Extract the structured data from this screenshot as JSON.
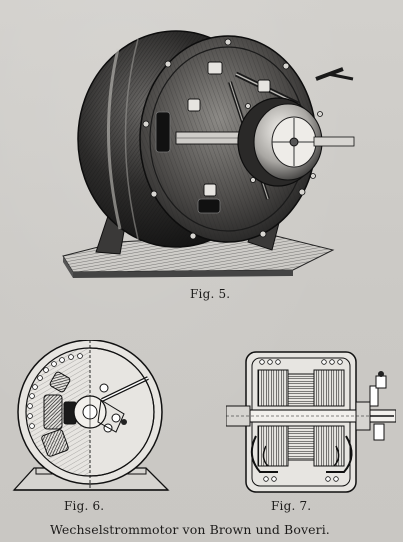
{
  "figures": [
    {
      "id": "fig5",
      "caption": "Fig. 5."
    },
    {
      "id": "fig6",
      "caption": "Fig. 6."
    },
    {
      "id": "fig7",
      "caption": "Fig. 7."
    }
  ],
  "main_caption": "Wechselstrommotor von Brown und Boveri."
}
